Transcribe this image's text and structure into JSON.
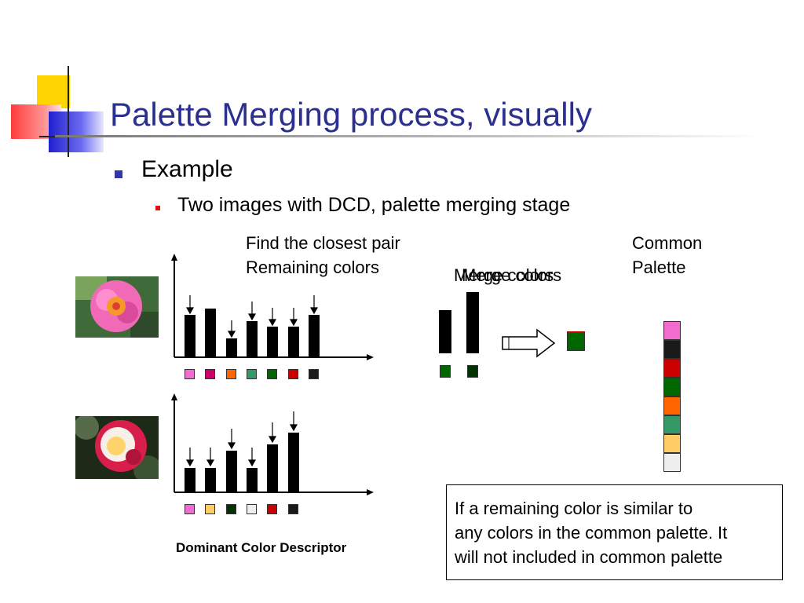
{
  "slide": {
    "title": "Palette Merging process, visually",
    "bullet_1": "Example",
    "bullet_2": "Two images with DCD, palette merging stage"
  },
  "labels": {
    "find_pair": "Find the closest pair",
    "remaining": "Remaining colors",
    "merge_a": "Merge colors",
    "merge_b": "Merge colors",
    "common_1": "Common",
    "common_2": "Palette",
    "caption": "Dominant Color Descriptor"
  },
  "callout": {
    "line_1": "If a remaining color is similar to",
    "line_2": "any colors in the common palette. It",
    "line_3": "will not included in common palette"
  },
  "colors": {
    "accent": "#2b2f8f",
    "pink": "#f26bcf",
    "magenta": "#cc0066",
    "orange": "#ff6600",
    "teal": "#339966",
    "green": "#006600",
    "red": "#cc0000",
    "black": "#1a1a1a",
    "yellow": "#ffcc66",
    "darkgreen": "#003300",
    "lightgray": "#eeeeee"
  },
  "icons": {
    "photo_1": "dahlia-photo",
    "photo_2": "rose-photo",
    "arrow": "block-right-arrow"
  }
}
